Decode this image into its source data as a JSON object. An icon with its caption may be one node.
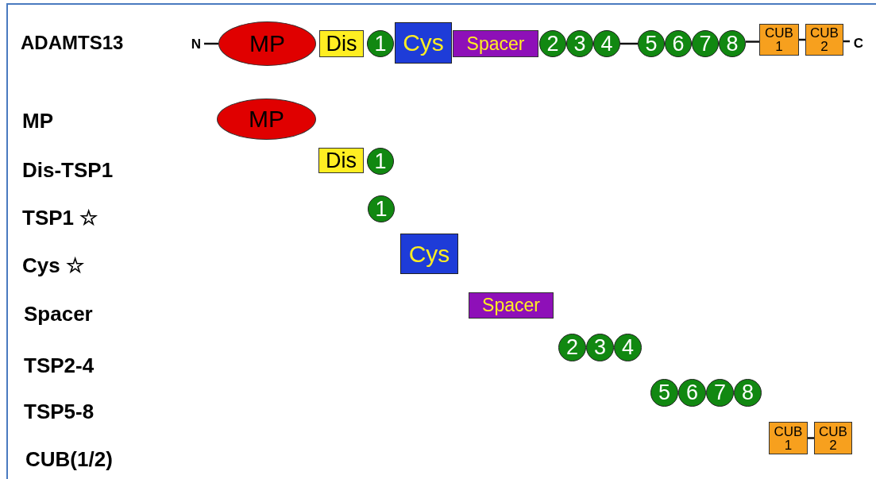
{
  "diagram": {
    "nodes": [
      {
        "text": [
          "N"
        ]
      },
      {
        "text": [
          "MP"
        ]
      },
      {
        "text": [
          "Dis"
        ]
      },
      {
        "text": [
          "1"
        ]
      },
      {
        "text": [
          "Cys"
        ]
      },
      {
        "text": [
          "Spacer"
        ]
      },
      {
        "text": [
          "2"
        ]
      },
      {
        "text": [
          "3"
        ]
      },
      {
        "text": [
          "4"
        ]
      },
      {
        "text": [
          "5"
        ]
      },
      {
        "text": [
          "6"
        ]
      },
      {
        "text": [
          "7"
        ]
      },
      {
        "text": [
          "8"
        ]
      },
      {
        "text": [
          "CUB 1"
        ]
      },
      {
        "text": [
          "CUB 2"
        ]
      },
      {
        "text": [
          "C"
        ]
      },
      {
        "text": [
          "MP"
        ]
      },
      {
        "text": [
          "Dis"
        ]
      },
      {
        "text": [
          "1"
        ]
      },
      {
        "text": [
          "1"
        ]
      },
      {
        "text": [
          "Cys"
        ]
      },
      {
        "text": [
          "Spacer"
        ]
      },
      {
        "text": [
          "2"
        ]
      },
      {
        "text": [
          "3"
        ]
      },
      {
        "text": [
          "4"
        ]
      },
      {
        "text": [
          "5"
        ]
      },
      {
        "text": [
          "6"
        ]
      },
      {
        "text": [
          "7"
        ]
      },
      {
        "text": [
          "8"
        ]
      },
      {
        "text": [
          "CUB 1"
        ]
      },
      {
        "text": [
          "CUB 2"
        ]
      }
    ],
    "edges": [
      {
        "from": 0,
        "to": 1,
        "arrow": "none"
      },
      {
        "from": 8,
        "to": 9,
        "arrow": "none"
      },
      {
        "from": 12,
        "to": 13,
        "arrow": "none"
      },
      {
        "from": 13,
        "to": 14,
        "arrow": "none"
      },
      {
        "from": 14,
        "to": 15,
        "arrow": "none"
      },
      {
        "from": 29,
        "to": 30,
        "arrow": "none"
      }
    ],
    "labels": [
      "ADAMTS13",
      "MP",
      "Dis-TSP1",
      "TSP1 ☆",
      "Cys ☆",
      "Spacer",
      "TSP2-4",
      "TSP5-8",
      "CUB(1/2)"
    ]
  }
}
